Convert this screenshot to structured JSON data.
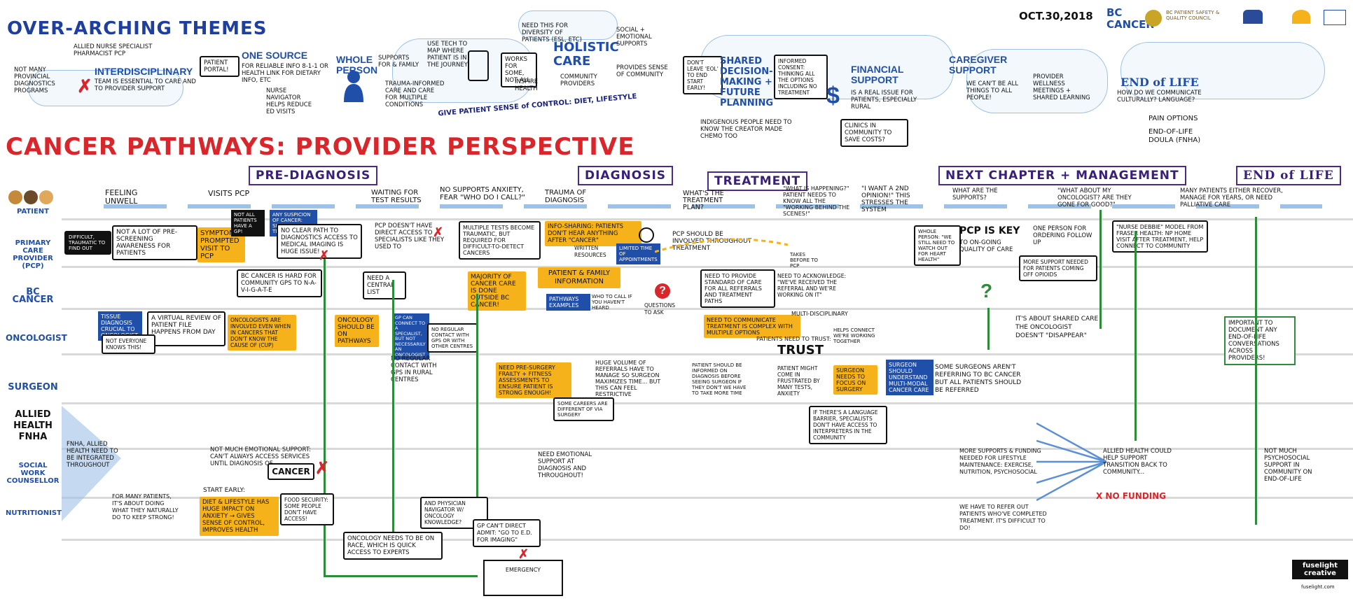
{
  "header": {
    "themes_title": "OVER-ARCHING THEMES",
    "main_title": "CANCER PATHWAYS: PROVIDER PERSPECTIVE",
    "date": "OCT.30,2018",
    "logo_bc_cancer": "BC CANCER",
    "logo_council": "BC PATIENT SAFETY & QUALITY COUNCIL"
  },
  "themes": {
    "not_many": "NOT MANY PROVINCIAL DIAGNOSTICS PROGRAMS",
    "roles": "ALLIED NURSE SPECIALIST PHARMACIST PCP",
    "interdisciplinary": "INTERDISCIPLINARY",
    "interdisciplinary_note": "TEAM IS ESSENTIAL TO CARE AND TO PROVIDER SUPPORT",
    "patient_portal": "PATIENT PORTAL!",
    "one_source": "ONE SOURCE",
    "one_source_note": "FOR RELIABLE INFO 8-1-1 OR HEALTH LINK FOR DIETARY INFO, ETC",
    "nurse_navigator": "NURSE NAVIGATOR HELPS REDUCE ED VISITS",
    "whole_person": "WHOLE PERSON",
    "supports_family": "SUPPORTS FOR & FAMILY",
    "trauma_informed": "TRAUMA-INFORMED CARE AND CARE FOR MULTIPLE CONDITIONS",
    "use_tech": "USE TECH TO MAP WHERE PATIENT IS IN THE JOURNEY",
    "give_control": "GIVE PATIENT SENSE of CONTROL: DIET, LIFESTYLE",
    "need_this": "NEED THIS for DIVERSITY of PATIENTS (ESL, etc)",
    "works_for_some": "WORKS FOR SOME, NOT ALL",
    "holistic": "HOLISTIC CARE",
    "inspire_health": "INSPIRE HEALTH",
    "community_providers": "COMMUNITY PROVIDERS",
    "social_emotional": "SOCIAL + EMOTIONAL SUPPORTS",
    "sense_community": "PROVIDES SENSE OF COMMUNITY",
    "dont_leave": "DON'T LEAVE 'EOL' TO END START EARLY!",
    "shared_decision": "SHARED DECISION-MAKING + FUTURE PLANNING",
    "informed_consent": "INFORMED CONSENT: THINKING ALL THE OPTIONS INCLUDING NO TREATMENT",
    "indigenous": "INDIGENOUS PEOPLE NEED TO KNOW THE CREATOR MADE CHEMO TOO",
    "financial": "FINANCIAL SUPPORT",
    "financial_note": "IS A REAL ISSUE FOR PATIENTS, ESPECIALLY RURAL",
    "clinics": "CLINICS IN COMMUNITY TO SAVE COSTS?",
    "caregiver": "CAREGIVER SUPPORT",
    "caregiver_note": "WE CAN'T BE ALL THINGS TO ALL PEOPLE!",
    "provider_wellness": "PROVIDER WELLNESS MEETINGS + SHARED LEARNING",
    "end_of_life": "END of LIFE",
    "eol_q": "HOW DO WE COMMUNICATE CULTURALLY? LANGUAGE?",
    "pain_options": "PAIN OPTIONS",
    "eol_doula": "END-of-LIFE DOULA (FNHA)"
  },
  "phases": [
    "PRE-DIAGNOSIS",
    "DIAGNOSIS",
    "TREATMENT",
    "NEXT CHAPTER + MANAGEMENT",
    "END of LIFE"
  ],
  "lanes": [
    "PATIENT",
    "PRIMARY CARE PROVIDER (PCP)",
    "BC CANCER",
    "ONCOLOGIST",
    "SURGEON",
    "ALLIED HEALTH FNHA",
    "SOCIAL WORK COUNSELLOR",
    "NUTRITIONIST"
  ],
  "patient_row": {
    "feeling_unwell": "FEELING UNWELL",
    "visits_pcp": "VISITS PCP",
    "waiting": "WAITING FOR TEST RESULTS",
    "no_supports": "NO SUPPORTS ANXIETY, FEAR \"WHO DO I CALL?\"",
    "trauma_dx": "TRAUMA of DIAGNOSIS",
    "treatment_plan": "WHAT'S THE TREATMENT PLAN?",
    "what_happening": "\"WHAT IS HAPPENING?\" PATIENT NEEDS TO KNOW ALL THE \"WORKING BEHIND THE SCENES!\"",
    "second_opinion": "\"I WANT A 2nd OPINION!\" THIS STRESSES THE SYSTEM",
    "what_supports": "WHAT ARE THE SUPPORTS?",
    "about_oncologist": "\"WHAT ABOUT MY ONCOLOGIST? ARE THEY GONE FOR GOOD?\"",
    "many_recover": "MANY PATIENTS EITHER RECOVER, MANAGE FOR YEARS, OR NEED PALLIATIVE CARE"
  },
  "notes": {
    "difficult_traumatic": "DIFFICULT, TRAUMATIC TO FIND OUT",
    "pre_screening": "NOT A LOT OF PRE-SCREENING AWARENESS FOR PATIENTS",
    "symptom_prompted": "SYMPTOM-PROMPTED VISIT to PCP",
    "not_all_patients": "NOT ALL PATIENTS HAVE A GP!",
    "suspicion": "ANY SUSPICION OF CANCER: SHOULD BE TESTED!",
    "no_clear_path": "NO CLEAR PATH TO DIAGNOSTICS ACCESS TO MEDICAL IMAGING IS HUGE ISSUE!",
    "pcp_no_access": "PCP DOESN'T HAVE DIRECT ACCESS TO SPECIALISTS LIKE THEY USED TO",
    "multiple_tests": "MULTIPLE TESTS BECOME TRAUMATIC, BUT REQUIRED FOR DIFFICULT-TO-DETECT CANCERS",
    "info_sharing": "INFO-SHARING: PATIENTS DON'T HEAR ANYTHING AFTER \"CANCER\"",
    "written_resources": "WRITTEN RESOURCES",
    "limited_time": "LIMITED TIME OF APPOINTMENTS",
    "pcp_involved": "PCP SHOULD BE INVOLVED THROUGHOUT TREATMENT",
    "takes_before": "TAKES BEFORE TO PCP",
    "bc_hard": "BC CANCER IS HARD FOR COMMUNITY GPs TO N-A-V-I-G-A-T-E",
    "central_list": "NEED A CENTRAL LIST",
    "majority": "MAJORITY of CANCER CARE IS DONE OUTSIDE BC CANCER!",
    "patient_family_info": "PATIENT & FAMILY INFORMATION",
    "pathways_examples": "PATHWAYS EXAMPLES",
    "who_to_call": "WHO TO CALL IF YOU HAVEN'T HEARD",
    "questions_to_ask": "QUESTIONS TO ASK",
    "need_standard": "NEED TO PROVIDE STANDARD OF CARE FOR ALL REFERRALS AND TREATMENT PATHS",
    "acknowledge": "NEED TO ACKNOWLEDGE: \"WE'VE RECEIVED THE REFERRAL AND WE'RE WORKING ON IT\"",
    "tissue_diagnosis": "TISSUE DIAGNOSIS CRUCIAL TO ONCOLOGIST",
    "virtual_review": "A VIRTUAL REVIEW OF PATIENT FILE HAPPENS FROM DAY 1",
    "not_everyone": "NOT EVERYONE KNOWS THIS!",
    "oncologists_involved": "ONCOLOGISTS ARE INVOLVED EVEN WHEN IN CANCERS THAT DON'T KNOW THE CAUSE OF (CUP)",
    "oncology_pathways": "ONCOLOGY SHOULD BE ON PATHWAYS",
    "gp_connect": "GP CAN CONNECT TO A SPECIALIST, BUT NOT NECESSARILY AN ONCOLOGIST",
    "no_regular_contact": "NO REGULAR CONTACT WITH GPs OR WITH OTHER CENTRES",
    "no_regular_rural": "NO REGULAR CONTACT WITH GPs IN RURAL CENTRES",
    "communicate_treatment": "NEED TO COMMUNICATE TREATMENT IS COMPLEX WITH MULTIPLE OPTIONS",
    "multidisciplinary": "MULTI-DISCIPLINARY",
    "patients_trust": "PATIENTS NEED TO TRUST:",
    "trust": "TRUST",
    "helps_connect": "HELPS CONNECT WE'RE WORKING TOGETHER",
    "pre_surgery": "NEED PRE-SURGERY FRAILTY + FITNESS ASSESSMENTS TO ENSURE PATIENT IS STRONG ENOUGH!",
    "huge_volume": "HUGE VOLUME of REFERRALS HAVE TO MANAGE SO SURGEON MAXIMIZES TIME... BUT THIS CAN FEEL RESTRICTIVE",
    "some_careers": "SOME CAREERS ARE DIFFERENT OF VIA SURGERY",
    "patient_informed": "PATIENT SHOULD BE INFORMED ON DIAGNOSIS BEFORE SEEING SURGEON IF THEY DON'T WE HAVE TO TAKE MORE TIME",
    "patient_come_frustrated": "PATIENT MIGHT COME IN FRUSTRATED BY MANY TESTS, ANXIETY",
    "surgeon_focus": "SURGEON NEEDS TO FOCUS ON SURGERY",
    "language_barrier": "IF THERE'S A LANGUAGE BARRIER, SPECIALISTS DON'T HAVE ACCESS TO INTERPRETERS IN THE COMMUNITY",
    "surgeon_understand": "SURGEON SHOULD UNDERSTAND MULTI-MODAL CANCER CARE",
    "some_surgeons": "SOME SURGEONS AREN'T REFERRING to BC CANCER BUT ALL PATIENTS SHOULD BE REFERRED",
    "whole_person_mgmt": "WHOLE PERSON: \"WE STILL NEED TO WATCH OUT for HEART HEALTH\"",
    "pcp_key": "PCP IS KEY",
    "ongoing_quality": "TO ON-GOING QUALITY OF CARE",
    "one_person": "ONE PERSON for ORDERING FOLLOW UP",
    "more_support": "MORE SUPPORT NEEDED for PATIENTS COMING OFF OPIOIDS",
    "shared_care": "IT'S ABOUT Shared Care THE ONCOLOGIST DOESN'T \"DISAPPEAR\"",
    "nurse_debbie": "\"NURSE DEBBIE\" MODEL FROM FRASER HEALTH: NP HOME VISIT AFTER TREATMENT, HELP CONNECT TO COMMUNITY",
    "important_document": "IMPORTANT TO DOCUMENT ANY END-OF-LIFE CONVERSATIONS ACROSS PROVIDERS!",
    "fnha_integrated": "FNHA, ALLIED HEALTH NEED TO BE INTEGRATED THROUGHOUT",
    "not_much_emotional": "NOT MUCH EMOTIONAL SUPPORT: CAN'T ALWAYS ACCESS SERVICES UNTIL DIAGNOSIS OF",
    "cancer_word": "CANCER",
    "need_emotional": "NEED EMOTIONAL SUPPORT AT DIAGNOSIS AND THROUGHOUT!",
    "for_many_patients": "FOR MANY PATIENTS, IT'S ABOUT DOING WHAT THEY NATURALLY DO TO KEEP STRONG!",
    "start_early": "START EARLY:",
    "diet_lifestyle": "DIET & LIFESTYLE HAS HUGE IMPACT ON ANXIETY → GIVES SENSE OF CONTROL, IMPROVES HEALTH",
    "food_security": "FOOD SECURITY: SOME PEOPLE DON'T HAVE ACCESS!",
    "physician_navigator": "AND PHYSICIAN NAVIGATOR w/ ONCOLOGY KNOWLEDGE?",
    "more_supports_funding": "MORE SUPPORTS & FUNDING NEEDED FOR LIFESTYLE MAINTENANCE: EXERCISE, NUTRITION, PSYCHOSOCIAL",
    "refer_out": "WE HAVE TO REFER OUT PATIENTS WHO'VE COMPLETED TREATMENT. IT'S DIFFICULT TO DO!",
    "allied_help": "ALLIED HEALTH COULD HELP SUPPORT TRANSITION BACK TO COMMUNITY...",
    "no_funding": "X NO FUNDING",
    "not_much_psychosocial": "NOT MUCH PSYCHOSOCIAL SUPPORT IN COMMUNITY ON END-OF-LIFE",
    "oncology_race": "ONCOLOGY NEEDS TO BE ON RACE, WHICH IS QUICK ACCESS TO EXPERTS",
    "gp_cant_admit": "GP CAN'T DIRECT ADMIT: \"GO TO E.D. for IMAGING\"",
    "emergency": "EMERGENCY",
    "question_mark": "?"
  },
  "footer": {
    "brand": "fuselight creative",
    "url": "fuselight.com"
  },
  "colors": {
    "red": "#d8262b",
    "blue": "#1f4fa8",
    "yellow": "#f6b21a",
    "green": "#2e8b3a",
    "purple": "#3a1f7a"
  }
}
